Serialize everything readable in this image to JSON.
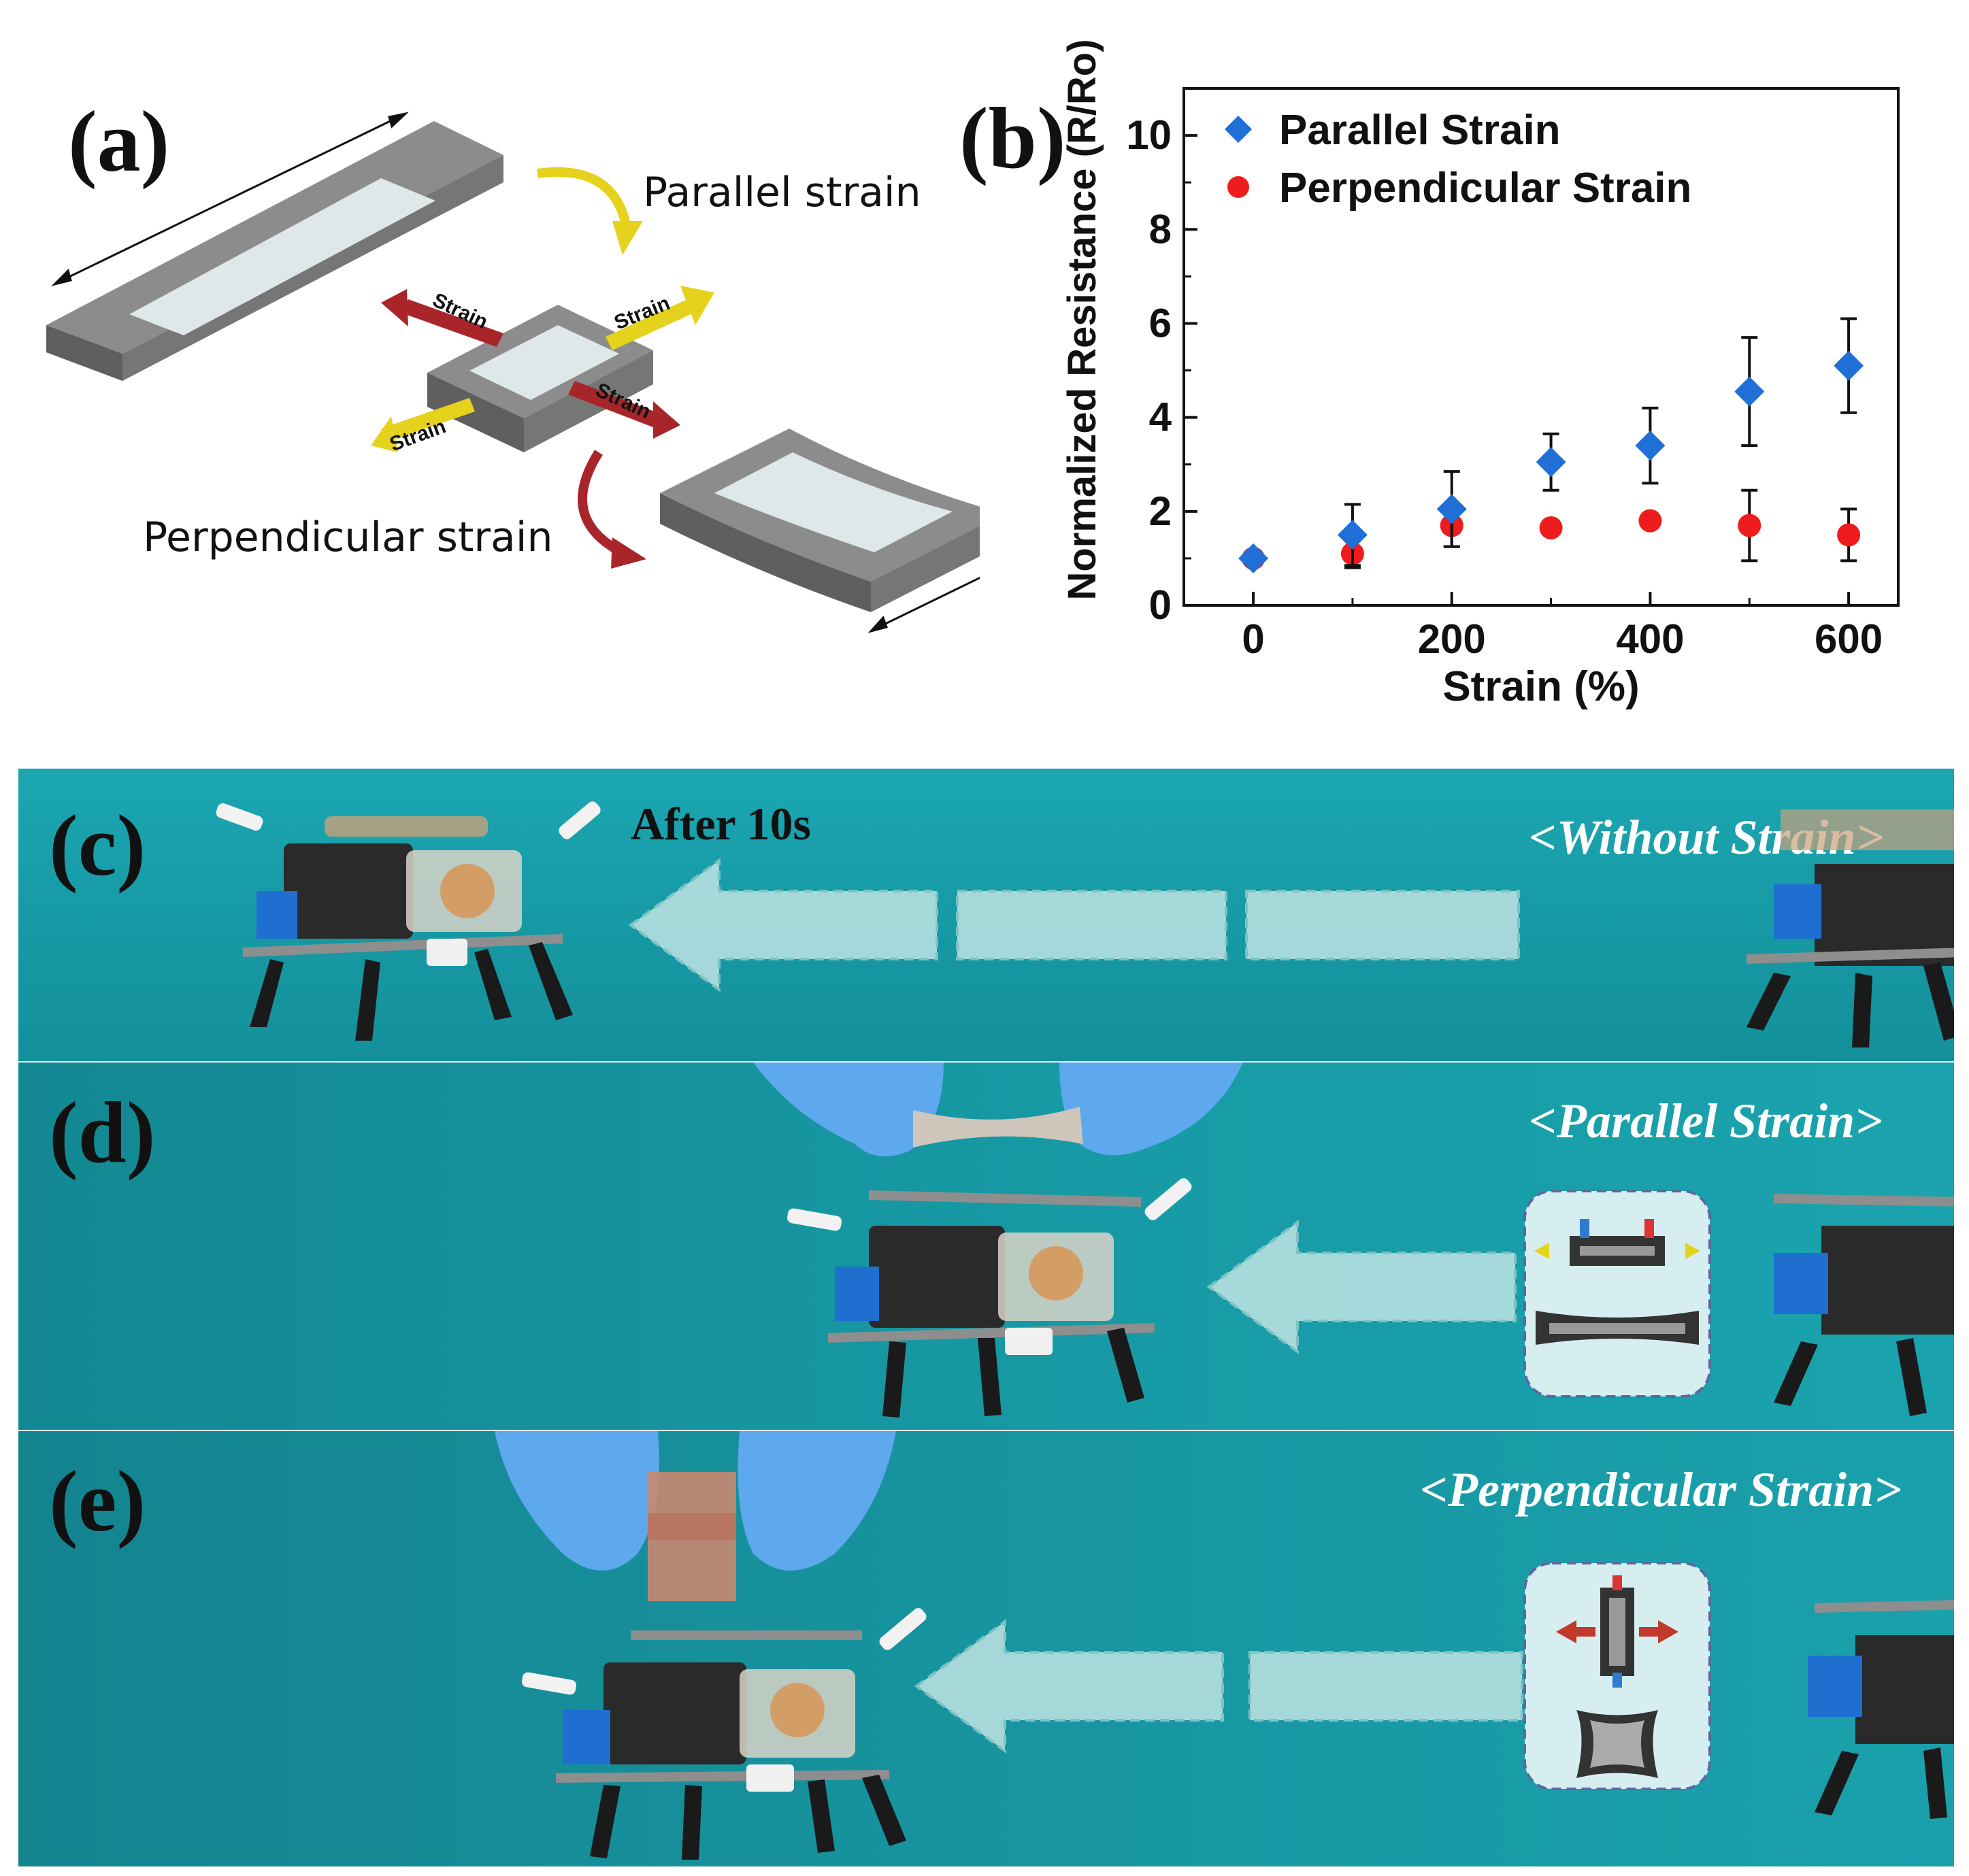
{
  "panel_a": {
    "letter": "(a)",
    "parallel_label": "Parallel  strain",
    "perpendicular_label": "Perpendicular strain",
    "arrow_text": "Strain"
  },
  "panel_b": {
    "letter": "(b)"
  },
  "chart_data": {
    "type": "scatter",
    "xlabel": "Strain (%)",
    "ylabel": "Normalized Resistance (R/Ro)",
    "xlim": [
      -70,
      650
    ],
    "ylim": [
      0,
      11
    ],
    "xticks": [
      0,
      200,
      400,
      600
    ],
    "yticks": [
      0,
      2,
      4,
      6,
      8,
      10
    ],
    "grid": false,
    "legend_position": "top-left",
    "series": [
      {
        "name": "Parallel Strain",
        "marker": "diamond",
        "color": "#1f6fd6",
        "x": [
          0,
          100,
          200,
          300,
          400,
          500,
          600
        ],
        "y": [
          1.0,
          1.5,
          2.05,
          3.05,
          3.4,
          4.55,
          5.1
        ],
        "err": [
          0.1,
          0.65,
          0.8,
          0.6,
          0.8,
          1.15,
          1.0
        ]
      },
      {
        "name": "Perpendicular Strain",
        "marker": "circle",
        "color": "#ee1c1c",
        "x": [
          0,
          100,
          200,
          300,
          400,
          500,
          600
        ],
        "y": [
          1.0,
          1.1,
          1.7,
          1.65,
          1.8,
          1.7,
          1.5
        ],
        "err": [
          0.1,
          0.3,
          0.45,
          0.12,
          0.15,
          0.75,
          0.55
        ]
      }
    ]
  },
  "panel_c": {
    "letter": "(c)",
    "caption": "After 10s",
    "condition": "<Without Strain>"
  },
  "panel_d": {
    "letter": "(d)",
    "condition": "<Parallel Strain>"
  },
  "panel_e": {
    "letter": "(e)",
    "condition": "<Perpendicular Strain>"
  },
  "colors": {
    "teal": "#1aa3ad",
    "teal_dark": "#137e88",
    "strain_red": "#a8252a",
    "strain_yellow": "#e5d21c",
    "slab_gray": "#6d6d6d"
  }
}
